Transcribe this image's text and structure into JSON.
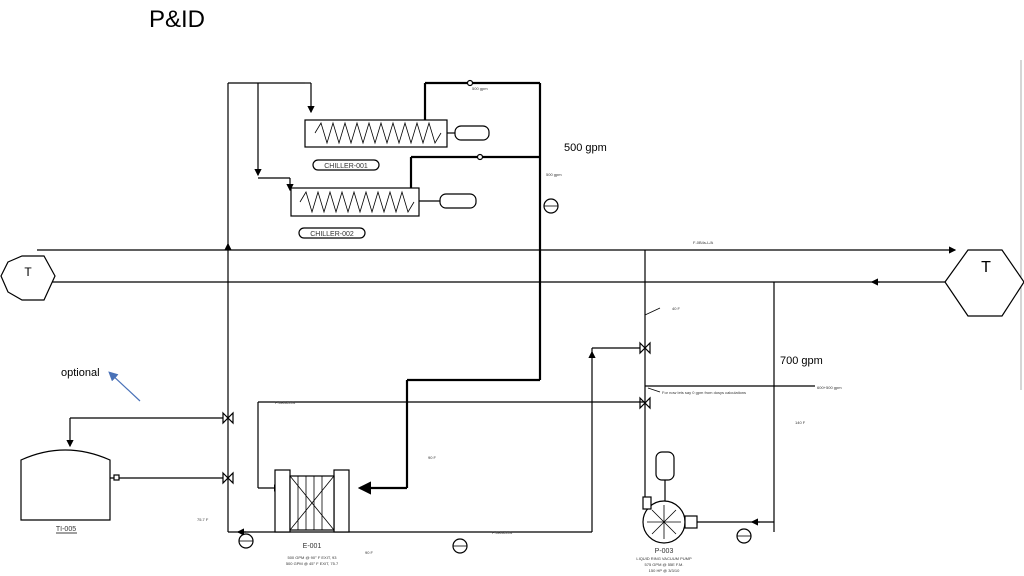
{
  "title": "P&ID",
  "notes": {
    "flow_500": "500 gpm",
    "flow_700": "700 gpm",
    "optional": "optional"
  },
  "equipment": {
    "chiller1": "CHILLER-001",
    "chiller2": "CHILLER-002",
    "tank": "TI-005",
    "exchanger": "E-001",
    "pump": "P-003",
    "tank_left": "T",
    "tank_right": "T"
  },
  "small_labels": {
    "hx_spec1": "500 GPM @ 90° F EXIT, 93",
    "hx_spec2": "500 GPM @ 45° F EXIT, 75.7",
    "pump_spec1": "LIQUID RING VACUUM PUMP",
    "pump_spec2": "575 GPM @ 55E F.M.",
    "pump_spec3": "150 HP @ 3/3/10",
    "note_line": "For now lets say 0 gpm from dosys calculations",
    "gpm_tag": "500 gpm",
    "gpm_tag2": "600+500 gpm",
    "temp_40": "40 F",
    "temp_90": "90 F",
    "temp_757": "75.7 F",
    "temp_140": "140 F",
    "temp_90b": "90 F",
    "line_tag": "F-0B4s-L/A"
  },
  "colors": {
    "line": "#000000",
    "arrow_blue": "#4a72b8"
  }
}
